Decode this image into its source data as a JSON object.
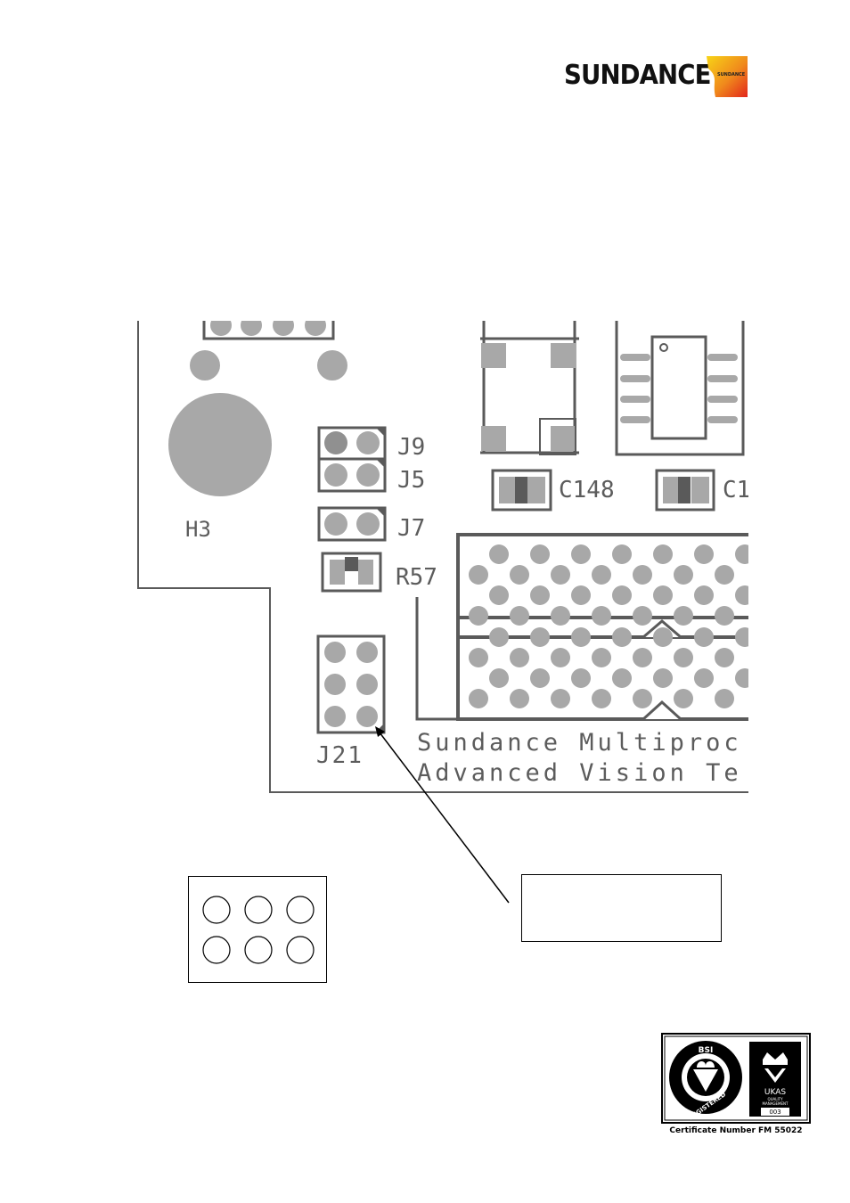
{
  "header": {
    "brand_text": "SUNDANCE",
    "brand_small_text": "SUNDANCE"
  },
  "pcb": {
    "board_text_line1": "Sundance Multiproc",
    "board_text_line2": "Advanced Vision Te",
    "labels": {
      "h3": "H3",
      "j9": "J9",
      "j5": "J5",
      "j7": "J7",
      "r57": "R57",
      "j21": "J21",
      "c148": "C148",
      "c_partial": "C1"
    }
  },
  "footer": {
    "cert_bsi": "BSI",
    "cert_registered": "REGISTERED",
    "cert_ukas": "UKAS",
    "cert_quality": "QUALITY",
    "cert_management": "MANAGEMENT",
    "cert_code": "003",
    "cert_number": "Certificate Number FM 55022"
  },
  "colors": {
    "outline": "#5a5a5a",
    "pad": "#a8a8a8",
    "text": "#5c5c5c",
    "logo_yellow": "#f7d417",
    "logo_orange": "#f08a1c",
    "logo_red": "#e2261c"
  }
}
